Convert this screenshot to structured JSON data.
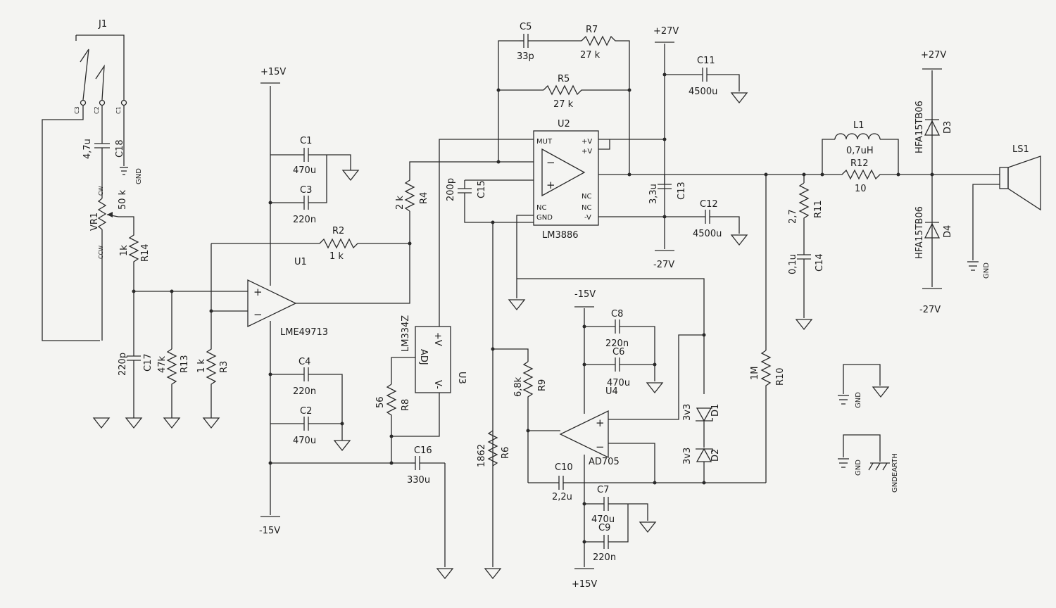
{
  "connector": {
    "ref": "J1",
    "pins": [
      "C3",
      "C2",
      "C1"
    ]
  },
  "supplies": {
    "plus15_top": "+15V",
    "minus15_bottom": "-15V",
    "plus27_top": "+27V",
    "minus27_bottom": "-27V",
    "minus15_mid": "-15V",
    "plus15_bottom": "+15V",
    "plus27_right": "+27V",
    "minus27_right": "-27V"
  },
  "chips": {
    "u1": {
      "ref": "U1",
      "part": "LME49713"
    },
    "u2": {
      "ref": "U2",
      "part": "LM3886",
      "pins": {
        "mut": "MUT",
        "vp1": "+V",
        "vp2": "+V",
        "nc1": "NC",
        "nc2": "NC",
        "nc3": "NC",
        "gnd": "GND",
        "vm": "-V"
      }
    },
    "u3": {
      "ref": "U3",
      "part": "LM334Z",
      "adj": "ADJ",
      "vp": "+V",
      "vm": "V-"
    },
    "u4": {
      "ref": "U4",
      "part": "AD705"
    }
  },
  "resistors": {
    "r2": {
      "ref": "R2",
      "val": "1 k"
    },
    "r3": {
      "ref": "R3",
      "val": "1 k"
    },
    "r4": {
      "ref": "R4",
      "val": "2 k"
    },
    "r5": {
      "ref": "R5",
      "val": "27 k"
    },
    "r6": {
      "ref": "R6",
      "val": "1862"
    },
    "r7": {
      "ref": "R7",
      "val": "27 k"
    },
    "r8": {
      "ref": "R8",
      "val": "56"
    },
    "r9": {
      "ref": "R9",
      "val": "6,8k"
    },
    "r10": {
      "ref": "R10",
      "val": "1M"
    },
    "r11": {
      "ref": "R11",
      "val": "2,7"
    },
    "r12": {
      "ref": "R12",
      "val": "10"
    },
    "r13": {
      "ref": "R13",
      "val": "47k"
    },
    "r14": {
      "ref": "R14",
      "val": "1k"
    },
    "vr1": {
      "ref": "VR1",
      "val": "50 k",
      "cw": "CW",
      "ccw": "CCW"
    }
  },
  "capacitors": {
    "c1": {
      "ref": "C1",
      "val": "470u"
    },
    "c2": {
      "ref": "C2",
      "val": "470u"
    },
    "c3": {
      "ref": "C3",
      "val": "220n"
    },
    "c4": {
      "ref": "C4",
      "val": "220n"
    },
    "c5": {
      "ref": "C5",
      "val": "33p"
    },
    "c6": {
      "ref": "C6",
      "val": "470u"
    },
    "c7": {
      "ref": "C7",
      "val": "470u"
    },
    "c8": {
      "ref": "C8",
      "val": "220n"
    },
    "c9": {
      "ref": "C9",
      "val": "220n"
    },
    "c10": {
      "ref": "C10",
      "val": "2,2u"
    },
    "c11": {
      "ref": "C11",
      "val": "4500u"
    },
    "c12": {
      "ref": "C12",
      "val": "4500u"
    },
    "c13": {
      "ref": "C13",
      "val": "3,3u"
    },
    "c14": {
      "ref": "C14",
      "val": "0,1u"
    },
    "c15": {
      "ref": "C15",
      "val": "200p"
    },
    "c16": {
      "ref": "C16",
      "val": "330u"
    },
    "c17": {
      "ref": "C17",
      "val": "220p"
    },
    "c18": {
      "ref": "C18",
      "val": "4,7u"
    }
  },
  "inductor": {
    "ref": "L1",
    "val": "0,7uH"
  },
  "diodes": {
    "d1": {
      "ref": "D1",
      "val": "3v3"
    },
    "d2": {
      "ref": "D2",
      "val": "3v3"
    },
    "d3": {
      "ref": "D3",
      "val": "HFA15TB06"
    },
    "d4": {
      "ref": "D4",
      "val": "HFA15TB06"
    }
  },
  "speaker": {
    "ref": "LS1"
  },
  "grounds": {
    "gnd": "GND",
    "gndearth": "GNDEARTH"
  }
}
